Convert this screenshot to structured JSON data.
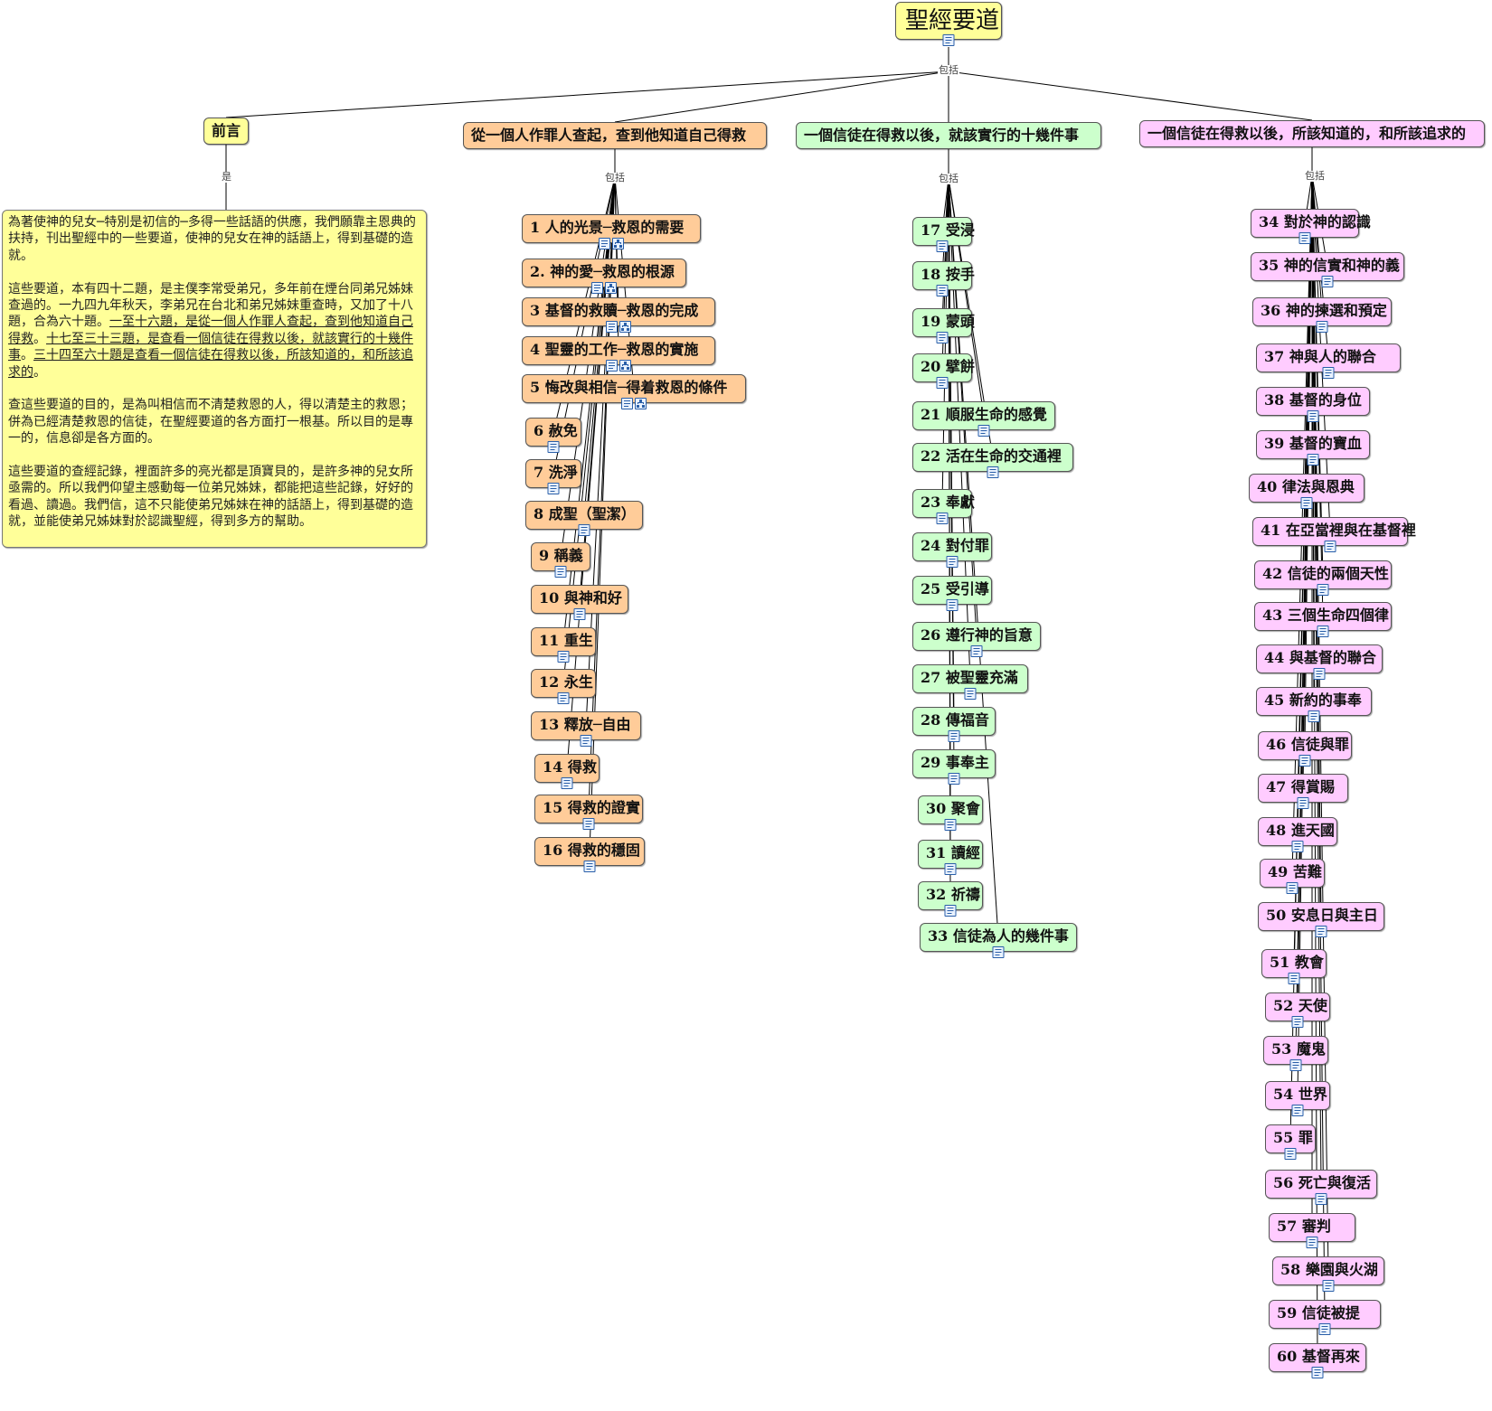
{
  "colors": {
    "root": "#ffff99",
    "intro": "#ffff99",
    "s1": "#ffcc99",
    "s2": "#ccffcc",
    "s3": "#ffccff"
  },
  "icon_names": {
    "doc": "document-icon",
    "tree": "submap-icon"
  },
  "root": {
    "label": "聖經要道"
  },
  "root_link_label": "包括",
  "branches": [
    {
      "id": "intro",
      "label": "前言",
      "link_label": "是",
      "color": "#ffff99"
    },
    {
      "id": "s1",
      "label": "從一個人作罪人查起，查到他知道自己得救",
      "link_label": "包括",
      "color": "#ffcc99"
    },
    {
      "id": "s2",
      "label": "一個信徒在得救以後，就該實行的十幾件事",
      "link_label": "包括",
      "color": "#ccffcc"
    },
    {
      "id": "s3",
      "label": "一個信徒在得救以後，所該知道的，和所該追求的",
      "link_label": "包括",
      "color": "#ffccff"
    }
  ],
  "intro_text": {
    "p1": "為著使神的兒女─特別是初信的─多得一些話語的供應，我們願靠主恩典的扶持，刊出聖經中的一些要道，使神的兒女在神的話語上，得到基礎的造就。",
    "p2a": "這些要道，本有四十二題，是主僕李常受弟兄，多年前在煙台同弟兄姊妹查過的。一九四九年秋天，李弟兄在台北和弟兄姊妹重查時，又加了十八題，合為六十題。",
    "p2b": "一至十六題，是從一個人作罪人查起，查到他知道自己得救",
    "p2c": "。",
    "p2d": "十七至三十三題，是查看一個信徒在得救以後，就該實行的十幾件事",
    "p2e": "。",
    "p2f": "三十四至六十題是查看一個信徒在得救以後，所該知道的，和所該追求的",
    "p2g": "。",
    "p3": "查這些要道的目的，是為叫相信而不清楚救恩的人，得以清楚主的救恩；併為已經清楚救恩的信徒，在聖經要道的各方面打一根基。所以目的是專一的，信息卻是各方面的。",
    "p4": "這些要道的查經記錄，裡面許多的亮光都是頂寶貝的，是許多神的兒女所亟需的。所以我們仰望主感動每一位弟兄姊妹，都能把這些記錄，好好的看過、讀過。我們信，這不只能使弟兄姊妹在神的話語上，得到基礎的造就，並能使弟兄姊妹對於認識聖經，得到多方的幫助。"
  },
  "topics_s1": [
    {
      "label": "1 人的光景─救恩的需要",
      "submap": true
    },
    {
      "label": "2. 神的愛─救恩的根源",
      "submap": true
    },
    {
      "label": "3 基督的救贖─救恩的完成",
      "submap": true
    },
    {
      "label": "4 聖靈的工作─救恩的實施",
      "submap": true
    },
    {
      "label": "5 悔改與相信─得着救恩的條件",
      "submap": true
    },
    {
      "label": "6 赦免",
      "submap": false
    },
    {
      "label": "7 洗淨",
      "submap": false
    },
    {
      "label": "8 成聖（聖潔）",
      "submap": false
    },
    {
      "label": "9 稱義",
      "submap": false
    },
    {
      "label": "10 與神和好",
      "submap": false
    },
    {
      "label": "11 重生",
      "submap": false
    },
    {
      "label": "12 永生",
      "submap": false
    },
    {
      "label": "13 釋放─自由",
      "submap": false
    },
    {
      "label": "14 得救",
      "submap": false
    },
    {
      "label": "15 得救的證實",
      "submap": false
    },
    {
      "label": "16 得救的穩固",
      "submap": false
    }
  ],
  "topics_s2": [
    {
      "label": "17 受浸"
    },
    {
      "label": "18 按手"
    },
    {
      "label": "19 蒙頭"
    },
    {
      "label": "20 擘餅"
    },
    {
      "label": "21 順服生命的感覺"
    },
    {
      "label": "22 活在生命的交通裡"
    },
    {
      "label": "23 奉獻"
    },
    {
      "label": "24 對付罪"
    },
    {
      "label": "25 受引導"
    },
    {
      "label": "26 遵行神的旨意"
    },
    {
      "label": "27 被聖靈充滿"
    },
    {
      "label": "28 傳福音"
    },
    {
      "label": "29 事奉主"
    },
    {
      "label": "30 聚會"
    },
    {
      "label": "31 讀經"
    },
    {
      "label": "32 祈禱"
    },
    {
      "label": "33 信徒為人的幾件事"
    }
  ],
  "topics_s3": [
    {
      "label": "34 對於神的認識"
    },
    {
      "label": "35 神的信實和神的義"
    },
    {
      "label": "36 神的揀選和預定"
    },
    {
      "label": "37 神與人的聯合"
    },
    {
      "label": "38 基督的身位"
    },
    {
      "label": "39 基督的寶血"
    },
    {
      "label": "40 律法與恩典"
    },
    {
      "label": "41 在亞當裡與在基督裡"
    },
    {
      "label": "42 信徒的兩個天性"
    },
    {
      "label": "43 三個生命四個律"
    },
    {
      "label": "44 與基督的聯合"
    },
    {
      "label": "45 新約的事奉"
    },
    {
      "label": "46 信徒與罪"
    },
    {
      "label": "47 得賞賜"
    },
    {
      "label": "48 進天國"
    },
    {
      "label": "49 苦難"
    },
    {
      "label": "50 安息日與主日"
    },
    {
      "label": "51 教會"
    },
    {
      "label": "52 天使"
    },
    {
      "label": "53 魔鬼"
    },
    {
      "label": "54 世界"
    },
    {
      "label": "55 罪"
    },
    {
      "label": "56 死亡與復活"
    },
    {
      "label": "57 審判"
    },
    {
      "label": "58 樂園與火湖"
    },
    {
      "label": "59 信徒被提"
    },
    {
      "label": "60 基督再來"
    }
  ]
}
